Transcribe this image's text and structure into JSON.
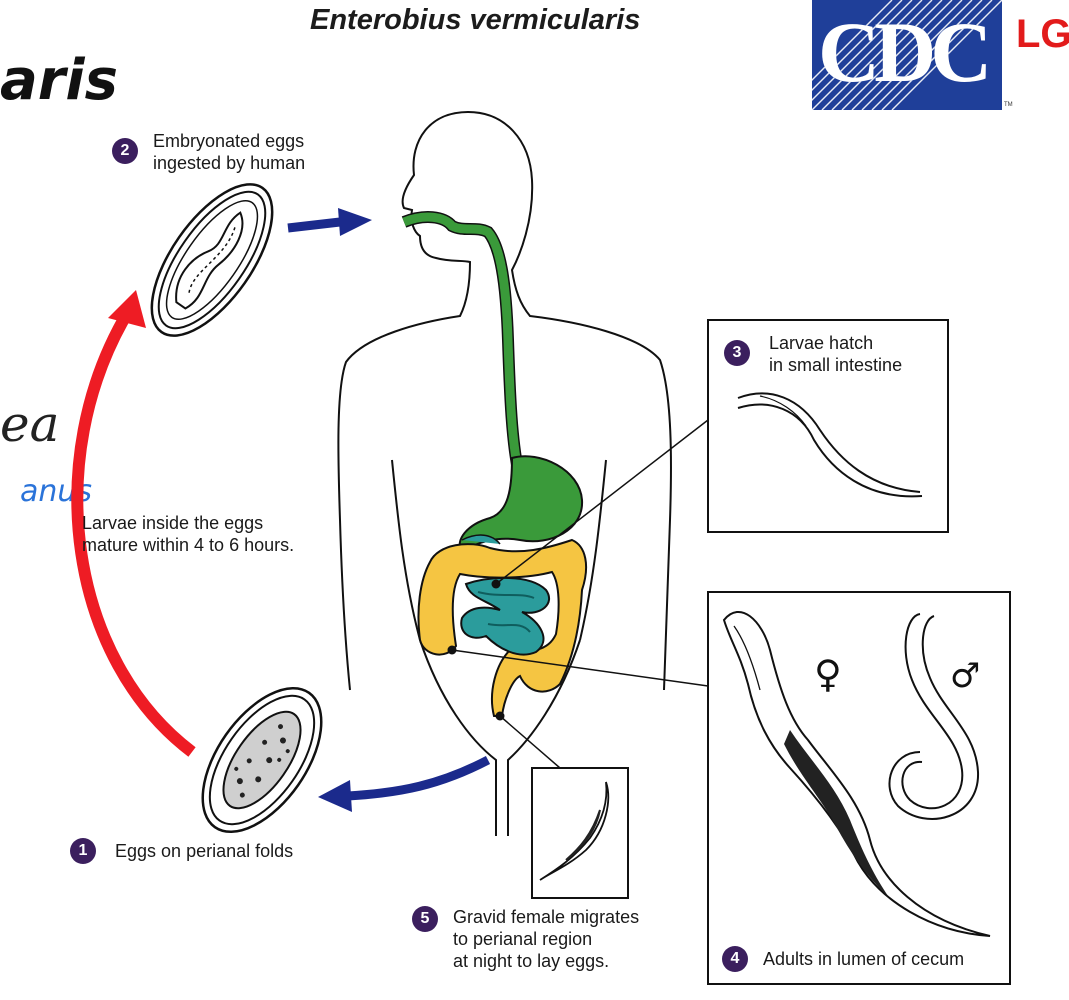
{
  "title": "Enterobius vermicularis",
  "handwriting": {
    "top_fragment": "aris",
    "mid_fragment": "ea",
    "anus_note": "anus"
  },
  "logo": {
    "text": "CDC",
    "extra": "LG",
    "tm": "TM",
    "bg_color": "#1f3f99",
    "accent_color": "#e21b1b"
  },
  "steps": [
    {
      "num": "1",
      "text": "Eggs on perianal folds"
    },
    {
      "num": "2",
      "line1": "Embryonated eggs",
      "line2": "ingested by human"
    },
    {
      "num": "3",
      "line1": "Larvae hatch",
      "line2": "in small intestine"
    },
    {
      "num": "4",
      "text": "Adults in lumen of cecum"
    },
    {
      "num": "5",
      "line1": "Gravid female migrates",
      "line2": "to perianal region",
      "line3": "at night to lay eggs."
    }
  ],
  "maturation_note": {
    "line1": "Larvae inside the eggs",
    "line2": "mature within 4 to 6 hours."
  },
  "symbols": {
    "female": "♀",
    "male": "♂"
  },
  "colors": {
    "red_arrow": "#ee1c24",
    "blue_arrow": "#1b2a8c",
    "digestive_green": "#3a9a3a",
    "colon_yellow": "#f5c542",
    "intestine_teal": "#2b9c9c",
    "step_badge": "#3b1f5e"
  }
}
